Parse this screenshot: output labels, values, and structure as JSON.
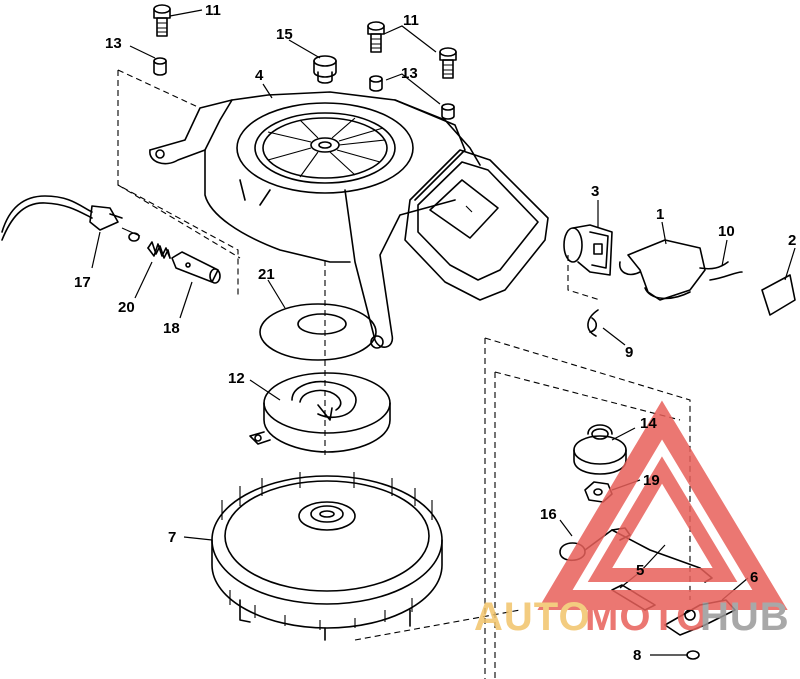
{
  "callouts": [
    "1",
    "2",
    "3",
    "4",
    "5",
    "6",
    "7",
    "8",
    "9",
    "10",
    "11",
    "11",
    "12",
    "13",
    "13",
    "14",
    "15",
    "16",
    "17",
    "18",
    "19",
    "20",
    "21"
  ],
  "watermark": {
    "text_a": "AUTO",
    "text_b": "MOTO",
    "text_c": "HUB",
    "color_gold": "#f2c46a",
    "color_red": "#e8605a",
    "color_gray": "#9a9a9a"
  }
}
